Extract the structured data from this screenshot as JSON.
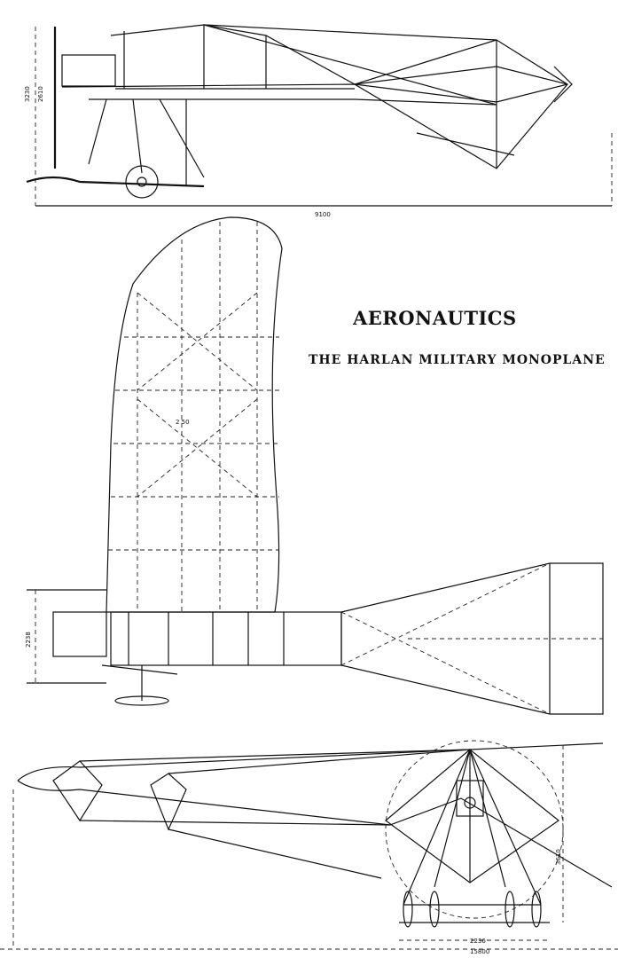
{
  "title": "AERONAUTICS",
  "subtitle": "THE HARLAN MILITARY MONOPLANE",
  "dimensions": {
    "side_height_total": "3230",
    "side_height_inner": "2610",
    "side_length": "9100",
    "wing_chord_mark": "2 50",
    "plan_width": "2238",
    "front_height": "3610",
    "front_track": "2236",
    "front_span": "15800"
  }
}
